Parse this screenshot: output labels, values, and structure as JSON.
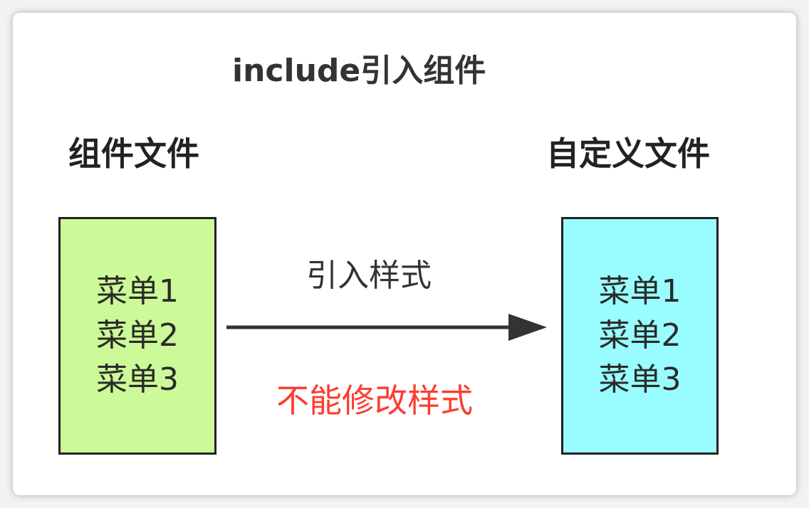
{
  "title": "include引入组件",
  "left": {
    "label": "组件文件",
    "items": [
      "菜单1",
      "菜单2",
      "菜单3"
    ],
    "fill": "#ccfa98"
  },
  "right": {
    "label": "自定义文件",
    "items": [
      "菜单1",
      "菜单2",
      "菜单3"
    ],
    "fill": "#99fdff"
  },
  "arrow": {
    "label": "引入样式",
    "color": "#333333"
  },
  "warning": {
    "text": "不能修改样式",
    "color": "#ff3b30"
  }
}
